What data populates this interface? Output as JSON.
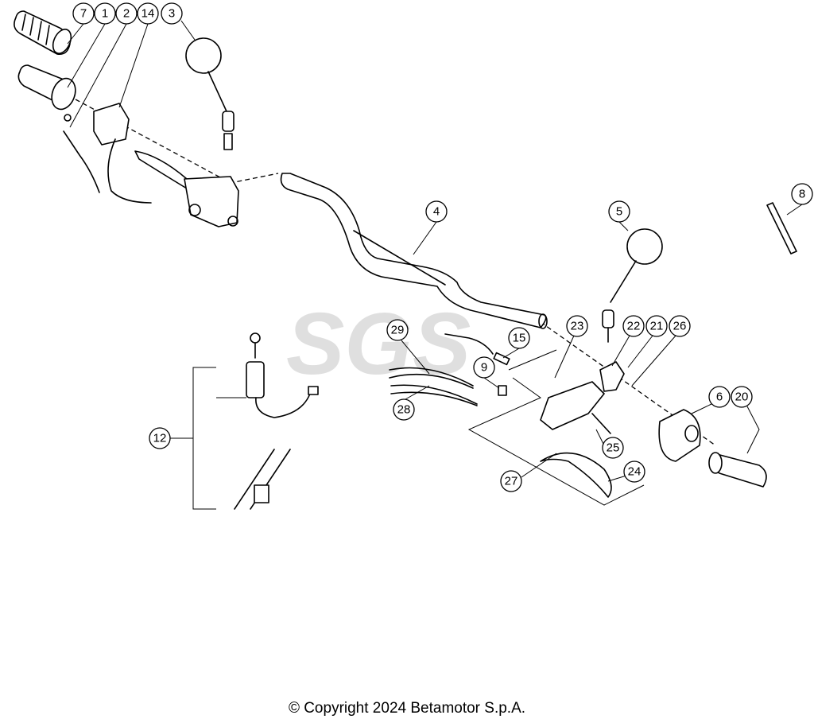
{
  "diagram": {
    "callouts": [
      {
        "id": "7",
        "label": "7"
      },
      {
        "id": "1",
        "label": "1"
      },
      {
        "id": "2",
        "label": "2"
      },
      {
        "id": "14",
        "label": "14"
      },
      {
        "id": "3",
        "label": "3"
      },
      {
        "id": "4",
        "label": "4"
      },
      {
        "id": "5",
        "label": "5"
      },
      {
        "id": "8",
        "label": "8"
      },
      {
        "id": "29",
        "label": "29"
      },
      {
        "id": "15",
        "label": "15"
      },
      {
        "id": "9",
        "label": "9"
      },
      {
        "id": "28",
        "label": "28"
      },
      {
        "id": "23",
        "label": "23"
      },
      {
        "id": "22",
        "label": "22"
      },
      {
        "id": "21",
        "label": "21"
      },
      {
        "id": "26",
        "label": "26"
      },
      {
        "id": "12",
        "label": "12"
      },
      {
        "id": "6",
        "label": "6"
      },
      {
        "id": "20",
        "label": "20"
      },
      {
        "id": "25",
        "label": "25"
      },
      {
        "id": "24",
        "label": "24"
      },
      {
        "id": "27",
        "label": "27"
      }
    ]
  },
  "footer": {
    "copyright": "© Copyright 2024 Betamotor S.p.A."
  }
}
